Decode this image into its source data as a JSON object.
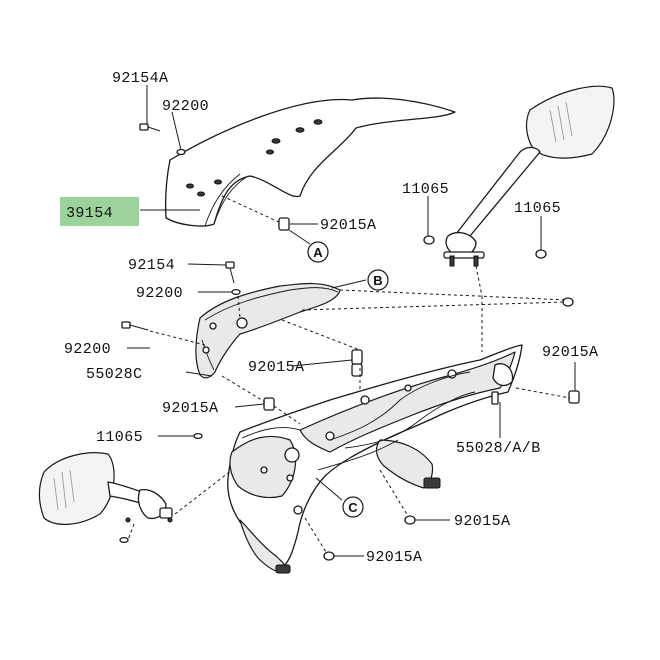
{
  "labels": {
    "p92154A": "92154A",
    "p92200a": "92200",
    "p39154": "39154",
    "p92015Aa": "92015A",
    "p11065a": "11065",
    "p11065b": "11065",
    "p92154": "92154",
    "p92200b": "92200",
    "p92200c": "92200",
    "p55028C": "55028C",
    "p92015Ab": "92015A",
    "p92015Ac": "92015A",
    "p92015Ad": "92015A",
    "p11065c": "11065",
    "p55028AB": "55028/A/B",
    "p92015Ae": "92015A",
    "p92015Af": "92015A"
  },
  "refs": {
    "A": "A",
    "B": "B",
    "C": "C"
  },
  "colors": {
    "highlight": "#9bd39b",
    "line": "#1a1a1a"
  }
}
